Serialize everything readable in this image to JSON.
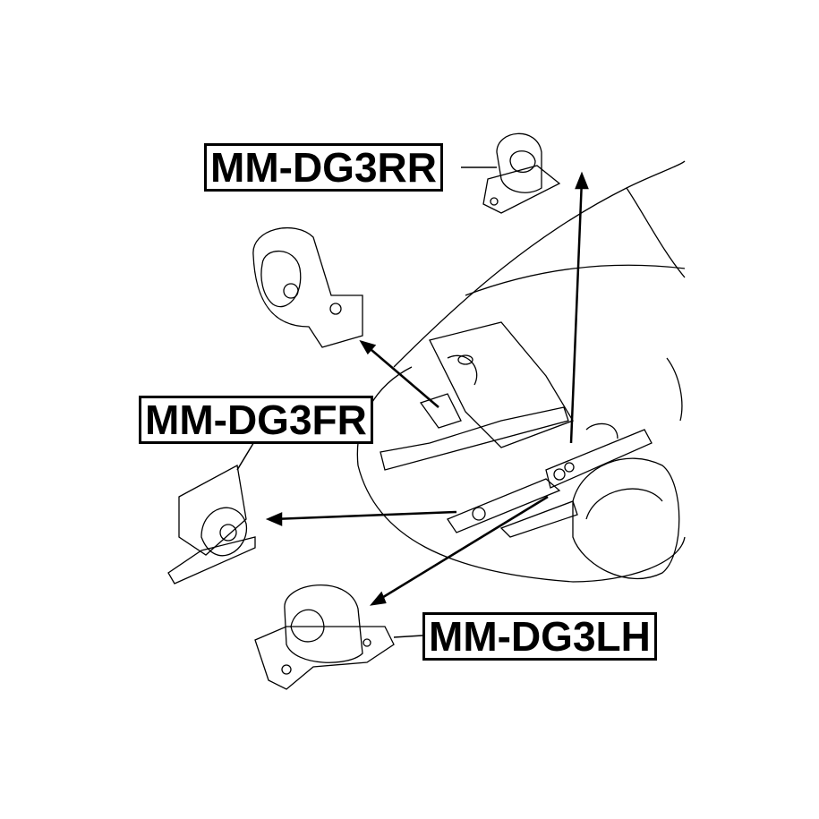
{
  "labels": {
    "rear": "MM-DG3RR",
    "front": "MM-DG3FR",
    "left": "MM-DG3LH"
  },
  "colors": {
    "line": "#000000",
    "background": "#ffffff"
  }
}
